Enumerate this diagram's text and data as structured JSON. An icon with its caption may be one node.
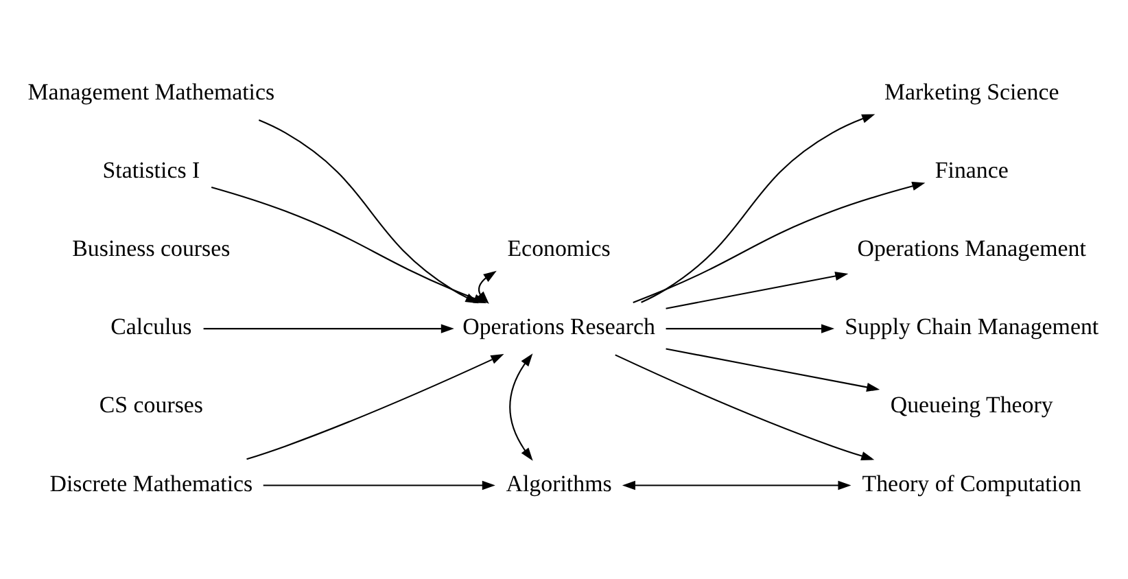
{
  "diagram": {
    "nodes": [
      {
        "text": [
          "Management Mathematics"
        ]
      },
      {
        "text": [
          "Statistics I"
        ]
      },
      {
        "text": [
          "Economics"
        ]
      },
      {
        "text": [
          "Marketing Science"
        ]
      },
      {
        "text": [
          "Finance"
        ]
      },
      {
        "text": [
          "Operations Management"
        ]
      },
      {
        "text": [
          "Supply Chain Management"
        ]
      },
      {
        "text": [
          "Calculus"
        ]
      },
      {
        "text": [
          "Operations Research"
        ]
      },
      {
        "text": [
          "Queueing Theory"
        ]
      },
      {
        "text": [
          "Discrete Mathematics"
        ]
      },
      {
        "text": [
          "Algorithms"
        ]
      },
      {
        "text": [
          "Theory of Computation"
        ]
      }
    ],
    "edges": [
      {
        "from": 0,
        "to": 8,
        "arrow": "to"
      },
      {
        "from": 1,
        "to": 8,
        "arrow": "to"
      },
      {
        "from": 7,
        "to": 8,
        "arrow": "to"
      },
      {
        "from": 10,
        "to": 8,
        "arrow": "to"
      },
      {
        "from": 10,
        "to": 11,
        "arrow": "to"
      },
      {
        "from": 2,
        "to": 8,
        "arrow": "both"
      },
      {
        "from": 8,
        "to": 11,
        "arrow": "both"
      },
      {
        "from": 8,
        "to": 3,
        "arrow": "to"
      },
      {
        "from": 8,
        "to": 4,
        "arrow": "to"
      },
      {
        "from": 8,
        "to": 5,
        "arrow": "to"
      },
      {
        "from": 8,
        "to": 6,
        "arrow": "to"
      },
      {
        "from": 8,
        "to": 9,
        "arrow": "to"
      },
      {
        "from": 8,
        "to": 12,
        "arrow": "to"
      },
      {
        "from": 11,
        "to": 12,
        "arrow": "both"
      }
    ],
    "labels": [
      "Business courses",
      "CS courses"
    ]
  }
}
